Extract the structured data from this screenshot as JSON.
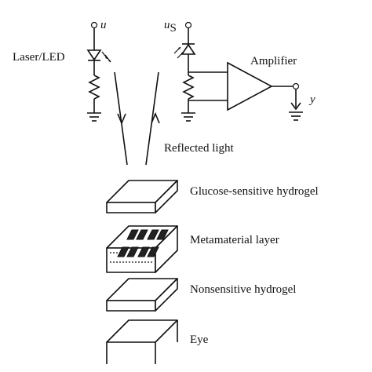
{
  "circuit": {
    "source_label": "Laser/LED",
    "u_label": "u",
    "us_label_main": "u",
    "us_label_sub": "S",
    "amplifier_label": "Amplifier",
    "output_label": "y",
    "reflected_label": "Reflected light"
  },
  "layers": [
    {
      "label": "Glucose-sensitive hydrogel"
    },
    {
      "label": "Metamaterial layer"
    },
    {
      "label": "Nonsensitive hydrogel"
    },
    {
      "label": "Eye"
    }
  ]
}
